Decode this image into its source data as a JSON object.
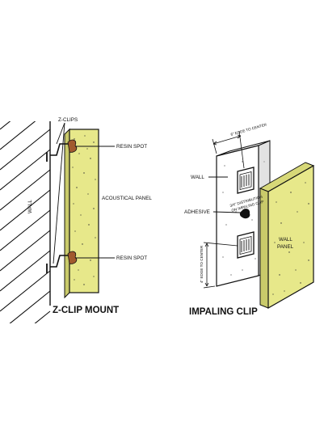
{
  "left_figure": {
    "title": "Z-CLIP MOUNT",
    "labels": {
      "z_clips": "Z-CLIPS",
      "resin_spot_top": "RESIN SPOT",
      "wall": "WALL",
      "acoustical_panel": "ACOUSTICAL PANEL",
      "resin_spot_bottom": "RESIN SPOT"
    }
  },
  "right_figure": {
    "title": "IMPALING CLIP",
    "labels": {
      "edge_to_center_top": "6\" EDGE TO CENTER",
      "wall": "WALL",
      "adhesive": "ADHESIVE",
      "dist_line1": "3/4\" DISTRIBUTION",
      "dist_line2": "ON IMPALING CLIP",
      "edge_to_center_side": "4\" EDGE TO CENTER",
      "wall_panel_line1": "WALL",
      "wall_panel_line2": "PANEL"
    }
  },
  "colors": {
    "panel_fill": "#e7e88a",
    "ink": "#111111"
  }
}
